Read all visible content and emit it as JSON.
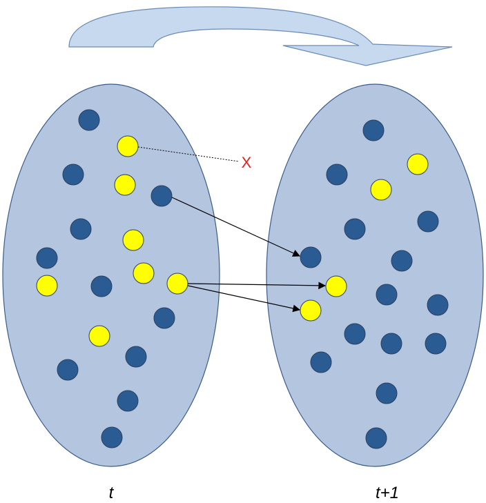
{
  "labels": {
    "left": "t",
    "right": "t+1",
    "removed_marker": "X"
  },
  "colors": {
    "population_fill": "#b4c6df",
    "population_stroke": "#3a5a8a",
    "arrow_fill": "#c6d9ef",
    "arrow_stroke": "#6a8ab4",
    "blue_dot": "#2a5b93",
    "yellow_dot": "#ffff00",
    "removed_marker": "#e02020",
    "line": "#000000"
  }
}
